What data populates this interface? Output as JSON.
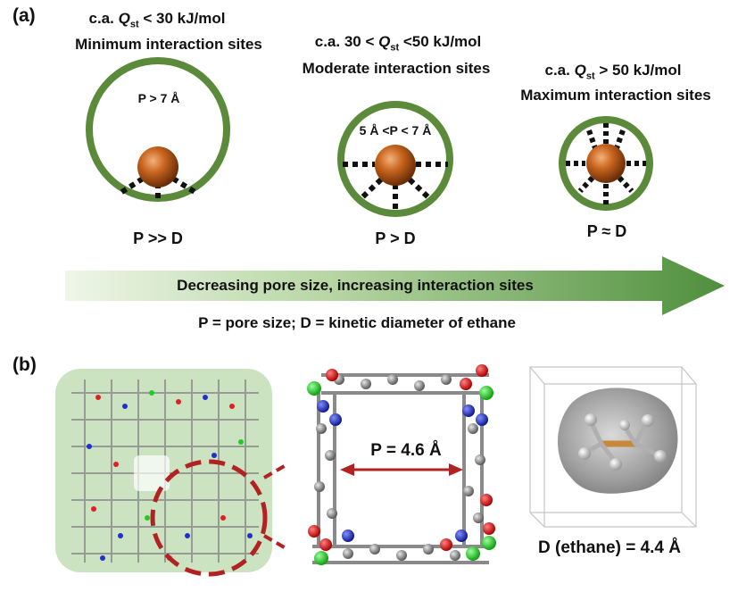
{
  "panel_a": {
    "label": "(a)",
    "columns": [
      {
        "qst_prefix": "c.a. ",
        "q_symbol": "Q",
        "q_sub": "st",
        "qst_suffix": " < 30 kJ/mol",
        "sites": "Minimum interaction sites",
        "pore_text": "P > 7 Å",
        "relation": "P >> D"
      },
      {
        "qst_prefix": "c.a. 30 < ",
        "q_symbol": "Q",
        "q_sub": "st",
        "qst_suffix": " <50 kJ/mol",
        "sites": "Moderate interaction sites",
        "pore_text": "5 Å <P < 7 Å",
        "relation": "P > D"
      },
      {
        "qst_prefix": "c.a. ",
        "q_symbol": "Q",
        "q_sub": "st",
        "qst_suffix": " > 50 kJ/mol",
        "sites": "Maximum interaction sites",
        "pore_text": "",
        "relation": "P ≈ D"
      }
    ],
    "arrow_text": "Decreasing pore size, increasing interaction sites",
    "legend": "P = pore size; D = kinetic diameter of ethane",
    "colors": {
      "ring": "#5a8a3a",
      "sphere": "#c8641e",
      "arrow": "#5e9a48"
    }
  },
  "panel_b": {
    "label": "(b)",
    "pore_measure": "P = 4.6 Å",
    "ethane_measure": "D (ethane) = 4.4 Å",
    "colors": {
      "highlight": "#b22222",
      "carbon": "#7f7f7f",
      "oxygen": "#e02020",
      "nitrogen": "#2030d0",
      "metal": "#22cc22",
      "ethane_c": "#c8873a"
    }
  }
}
